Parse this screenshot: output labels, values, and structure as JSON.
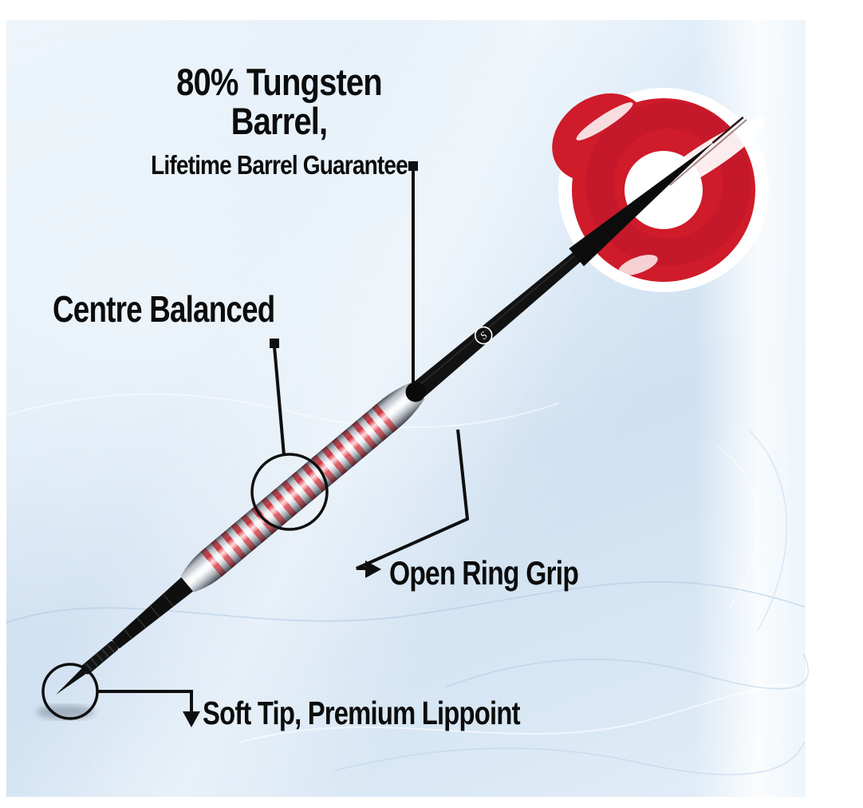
{
  "callouts": {
    "tungsten": {
      "line1": "80% Tungsten Barrel,",
      "line2": "Lifetime Barrel Guarantee"
    },
    "centre": {
      "label": "Centre Balanced"
    },
    "grip": {
      "label": "Open Ring Grip"
    },
    "tip": {
      "label": "Soft Tip, Premium Lippoint"
    }
  },
  "dart": {
    "shaft_logo": "S"
  },
  "colors": {
    "accent_red": "#cf1b2a",
    "background_blue": "#d8e7f4",
    "text": "#0c0c0c",
    "barrel_silver": "#d7dade"
  }
}
